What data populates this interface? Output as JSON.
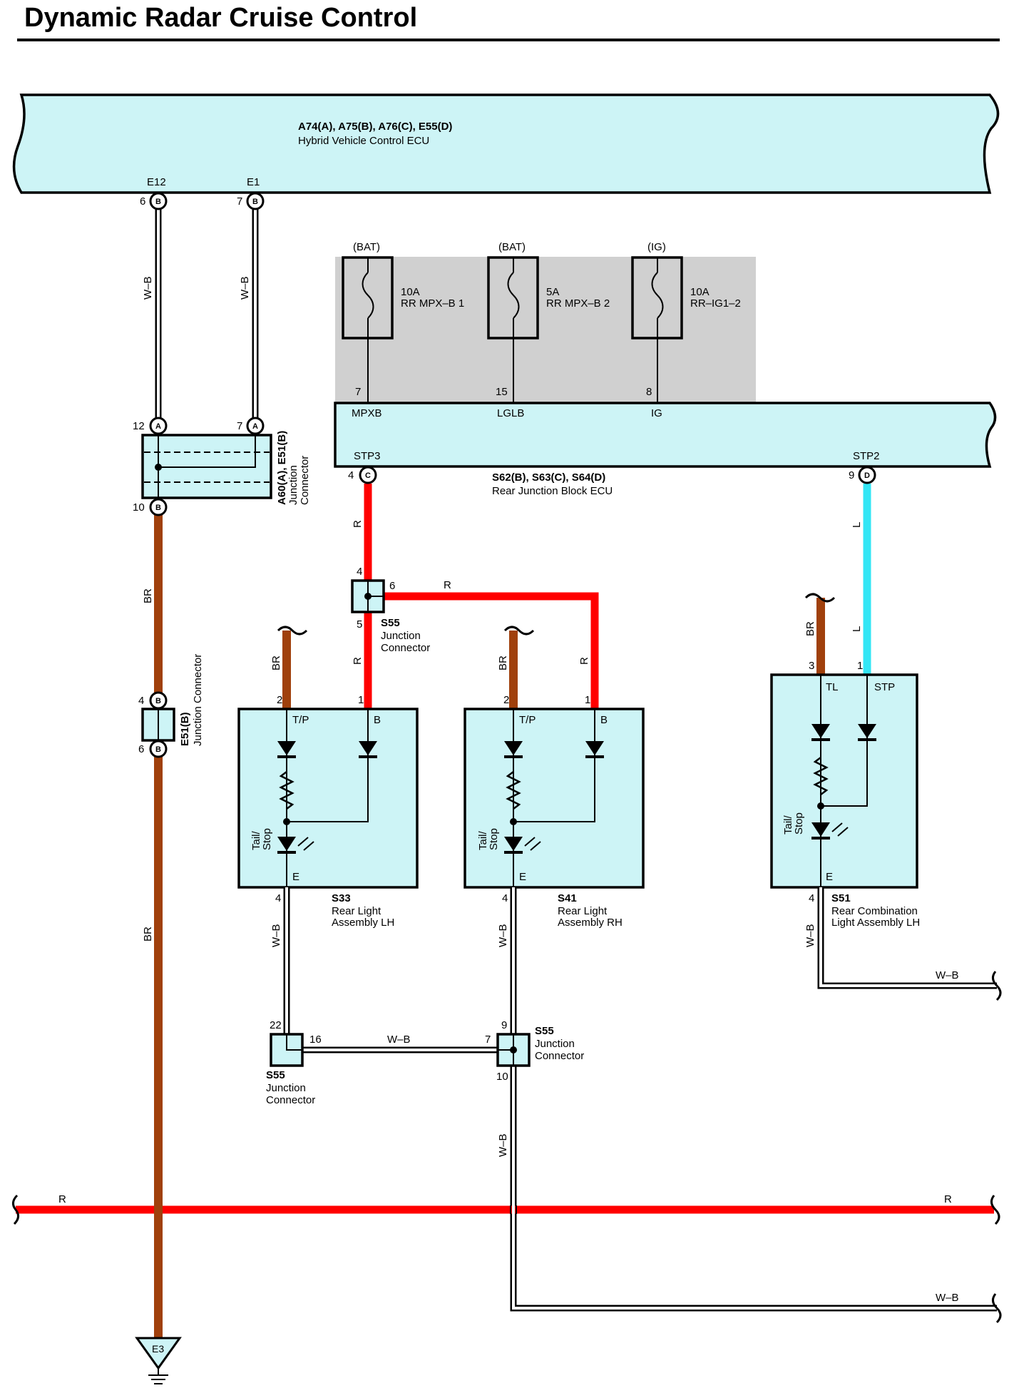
{
  "title": "Dynamic Radar Cruise Control",
  "hv_ecu": {
    "codes": "A74(A), A75(B), A76(C), E55(D)",
    "name": "Hybrid Vehicle Control ECU",
    "terminals": [
      {
        "label": "E12",
        "pin": "6",
        "conn": "B"
      },
      {
        "label": "E1",
        "pin": "7",
        "conn": "B"
      }
    ]
  },
  "fuses": [
    {
      "source": "(BAT)",
      "rating": "10A",
      "name": "RR MPX–B 1",
      "pin": "7",
      "terminal": "MPXB"
    },
    {
      "source": "(BAT)",
      "rating": "5A",
      "name": "RR MPX–B 2",
      "pin": "15",
      "terminal": "LGLB"
    },
    {
      "source": "(IG)",
      "rating": "10A",
      "name": "RR–IG1–2",
      "pin": "8",
      "terminal": "IG"
    }
  ],
  "rear_jb": {
    "codes": "S62(B), S63(C), S64(D)",
    "name": "Rear Junction Block ECU",
    "stp3": {
      "label": "STP3",
      "pin": "4",
      "conn": "C"
    },
    "stp2": {
      "label": "STP2",
      "pin": "9",
      "conn": "D"
    }
  },
  "jc_a60": {
    "codes": "A60(A), E51(B)",
    "name1": "Junction",
    "name2": "Connector",
    "pin_a1": "12",
    "pin_a2": "7",
    "conn_a": "A",
    "pin_b": "10",
    "conn_b": "B"
  },
  "jc_e51": {
    "codes": "E51(B)",
    "name": "Junction Connector",
    "pin_top": "4",
    "pin_bot": "6",
    "conn": "B"
  },
  "wires": {
    "wb": "W–B",
    "br": "BR",
    "r": "R",
    "l": "L"
  },
  "s55_top": {
    "code": "S55",
    "name1": "Junction",
    "name2": "Connector",
    "p_in": "4",
    "p_out": "6",
    "p_down": "5"
  },
  "s33": {
    "code": "S33",
    "name1": "Rear Light",
    "name2": "Assembly LH",
    "pin_tp": "2",
    "pin_b": "1",
    "pin_e": "4",
    "tp": "T/P",
    "b": "B",
    "e": "E",
    "lamp1": "Tail/",
    "lamp2": "Stop"
  },
  "s41": {
    "code": "S41",
    "name1": "Rear Light",
    "name2": "Assembly RH",
    "pin_tp": "2",
    "pin_b": "1",
    "pin_e": "4",
    "tp": "T/P",
    "b": "B",
    "e": "E",
    "lamp1": "Tail/",
    "lamp2": "Stop"
  },
  "s51": {
    "code": "S51",
    "name1": "Rear Combination",
    "name2": "Light Assembly LH",
    "pin_tl": "3",
    "pin_stp": "1",
    "pin_e": "4",
    "tl": "TL",
    "stp": "STP",
    "e": "E",
    "lamp1": "Tail/",
    "lamp2": "Stop"
  },
  "s55_bl": {
    "code": "S55",
    "name1": "Junction",
    "name2": "Connector",
    "p_up": "22",
    "p_right": "16"
  },
  "s55_br": {
    "code": "S55",
    "name1": "Junction",
    "name2": "Connector",
    "p_up": "9",
    "p_left": "7",
    "p_down": "10"
  },
  "ground": {
    "label": "E3"
  },
  "colors": {
    "red": "#ff0000",
    "brown": "#a0400c",
    "blue": "#33e6f5",
    "box": "#cdf4f6",
    "fuse_bg": "#d0d0d0"
  }
}
